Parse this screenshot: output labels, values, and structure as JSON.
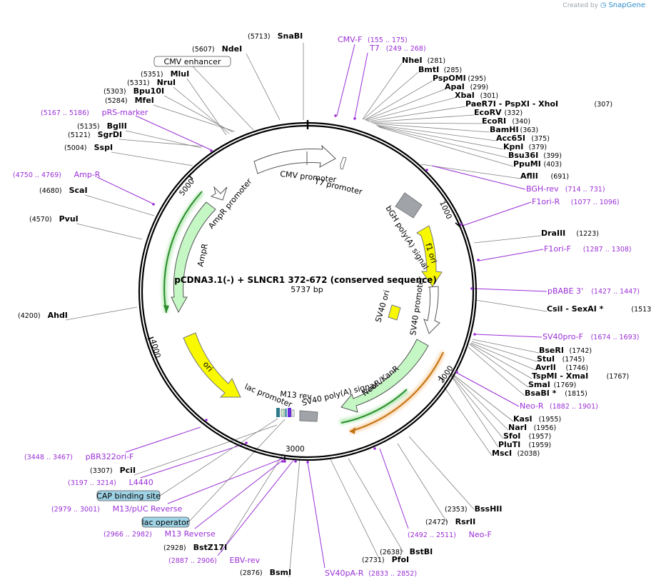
{
  "watermark": {
    "created_by": "Created by",
    "brand": "SnapGene"
  },
  "plasmid": {
    "name": "pCDNA3.1(-) + SLNCR1 372-672 (conserved sequence)",
    "size_label": "5737 bp",
    "length": 5737
  },
  "colors": {
    "backbone": "#000000",
    "primer": "#9a2fd6",
    "promoter": "#ffffff",
    "amp": "#c5f7c5",
    "ori": "#f8f800",
    "polya": "#a0a4a8",
    "green_highlight": "#2a8c2a",
    "orange_highlight": "#d98a2b"
  },
  "tick_labels": [
    "1000",
    "2000",
    "3000",
    "4000",
    "5000"
  ],
  "sites": [
    {
      "name": "SnaBI",
      "coord": "(5713)"
    },
    {
      "name": "NdeI",
      "coord": "(5607)"
    },
    {
      "name": "MluI",
      "coord": "(5351)"
    },
    {
      "name": "NruI",
      "coord": "(5331)"
    },
    {
      "name": "Bpu10I",
      "coord": "(5303)"
    },
    {
      "name": "MfeI",
      "coord": "(5284)"
    },
    {
      "name": "BglII",
      "coord": "(5135)"
    },
    {
      "name": "SgrDI",
      "coord": "(5121)"
    },
    {
      "name": "SspI",
      "coord": "(5004)"
    },
    {
      "name": "ScaI",
      "coord": "(4680)"
    },
    {
      "name": "PvuI",
      "coord": "(4570)"
    },
    {
      "name": "AhdI",
      "coord": "(4200)"
    },
    {
      "name": "PciI",
      "coord": "(3307)"
    },
    {
      "name": "BstZ17I",
      "coord": "(2928)"
    },
    {
      "name": "BsmI",
      "coord": "(2876)"
    },
    {
      "name": "PfoI",
      "coord": "(2731)"
    },
    {
      "name": "BstBI",
      "coord": "(2638)"
    },
    {
      "name": "RsrII",
      "coord": "(2472)"
    },
    {
      "name": "BssHII",
      "coord": "(2353)"
    },
    {
      "name": "NheI",
      "coord": "(281)"
    },
    {
      "name": "BmtI",
      "coord": "(285)"
    },
    {
      "name": "PspOMI",
      "coord": "(295)"
    },
    {
      "name": "ApaI",
      "coord": "(299)"
    },
    {
      "name": "XbaI",
      "coord": "(301)"
    },
    {
      "name": "PaeR7I  -  PspXI  -  XhoI",
      "coord": "(307)"
    },
    {
      "name": "EcoRV",
      "coord": "(332)"
    },
    {
      "name": "EcoRI",
      "coord": "(340)"
    },
    {
      "name": "BamHI",
      "coord": "(363)"
    },
    {
      "name": "Acc65I",
      "coord": "(375)"
    },
    {
      "name": "KpnI",
      "coord": "(379)"
    },
    {
      "name": "Bsu36I",
      "coord": "(399)"
    },
    {
      "name": "PpuMI",
      "coord": "(403)"
    },
    {
      "name": "AflII",
      "coord": "(691)"
    },
    {
      "name": "DraIII",
      "coord": "(1223)"
    },
    {
      "name": "CsiI  -  SexAI *",
      "coord": "(1513)"
    },
    {
      "name": "BseRI",
      "coord": "(1742)"
    },
    {
      "name": "StuI",
      "coord": "(1745)"
    },
    {
      "name": "AvrII",
      "coord": "(1746)"
    },
    {
      "name": "TspMI  -  XmaI",
      "coord": "(1767)"
    },
    {
      "name": "SmaI",
      "coord": "(1769)"
    },
    {
      "name": "BsaBI *",
      "coord": "(1815)"
    },
    {
      "name": "KasI",
      "coord": "(1955)"
    },
    {
      "name": "NarI",
      "coord": "(1956)"
    },
    {
      "name": "SfoI",
      "coord": "(1957)"
    },
    {
      "name": "PluTI",
      "coord": "(1959)"
    },
    {
      "name": "MscI",
      "coord": "(2038)"
    }
  ],
  "primers": [
    {
      "name": "CMV-F",
      "coord": "(155 .. 175)"
    },
    {
      "name": "T7",
      "coord": "(249 .. 268)"
    },
    {
      "name": "pRS-marker",
      "coord": "(5167 .. 5186)"
    },
    {
      "name": "Amp-R",
      "coord": "(4750 .. 4769)"
    },
    {
      "name": "BGH-rev",
      "coord": "(714 .. 731)"
    },
    {
      "name": "F1ori-R",
      "coord": "(1077 .. 1096)"
    },
    {
      "name": "F1ori-F",
      "coord": "(1287 .. 1308)"
    },
    {
      "name": "pBABE 3'",
      "coord": "(1427 .. 1447)"
    },
    {
      "name": "SV40pro-F",
      "coord": "(1674 .. 1693)"
    },
    {
      "name": "Neo-R",
      "coord": "(1882 .. 1901)"
    },
    {
      "name": "Neo-F",
      "coord": "(2492 .. 2511)"
    },
    {
      "name": "SV40pA-R",
      "coord": "(2833 .. 2852)"
    },
    {
      "name": "EBV-rev",
      "coord": "(2887 .. 2906)"
    },
    {
      "name": "M13 Reverse",
      "coord": "(2966 .. 2982)"
    },
    {
      "name": "M13/pUC Reverse",
      "coord": "(2979 .. 3001)"
    },
    {
      "name": "L4440",
      "coord": "(3197 .. 3214)"
    },
    {
      "name": "pBR322ori-F",
      "coord": "(3448 .. 3467)"
    }
  ],
  "boxed_features": [
    {
      "name": "CMV enhancer"
    },
    {
      "name": "CAP binding site"
    },
    {
      "name": "lac operator"
    }
  ],
  "feature_labels": [
    {
      "name": "CMV promoter"
    },
    {
      "name": "T7 promoter"
    },
    {
      "name": "bGH poly(A) signal"
    },
    {
      "name": "f1 ori"
    },
    {
      "name": "SV40 promoter"
    },
    {
      "name": "SV40 ori"
    },
    {
      "name": "NeoR/KanR"
    },
    {
      "name": "SV40 poly(A) signal"
    },
    {
      "name": "M13 rev"
    },
    {
      "name": "lac promoter"
    },
    {
      "name": "ori"
    },
    {
      "name": "AmpR"
    },
    {
      "name": "AmpR promoter"
    }
  ]
}
